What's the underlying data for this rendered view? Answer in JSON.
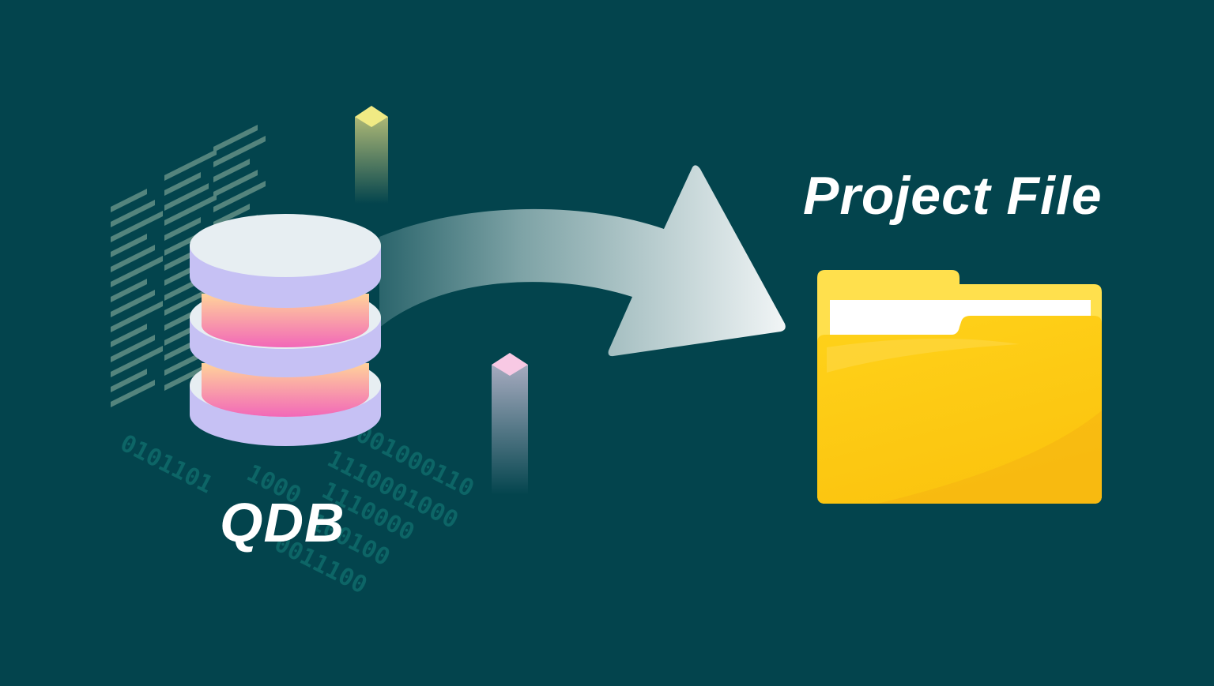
{
  "source": {
    "label": "QDB",
    "icon": "database-icon"
  },
  "target": {
    "label": "Project File",
    "icon": "folder-icon"
  },
  "connector": {
    "icon": "arrow-right-icon"
  },
  "decor": {
    "binary_rows": [
      "0101101",
      "1000",
      "0001000110",
      "1110001000",
      "1110000",
      "100100",
      "0011100"
    ]
  },
  "colors": {
    "background": "#03444d",
    "folder": "#ffce00",
    "folder_tab": "#ffe04d",
    "disk": "#e7eef2",
    "disk_side": "#c6c1f4",
    "disk_core": "#f472b6",
    "arrow": "#e8eef0"
  }
}
